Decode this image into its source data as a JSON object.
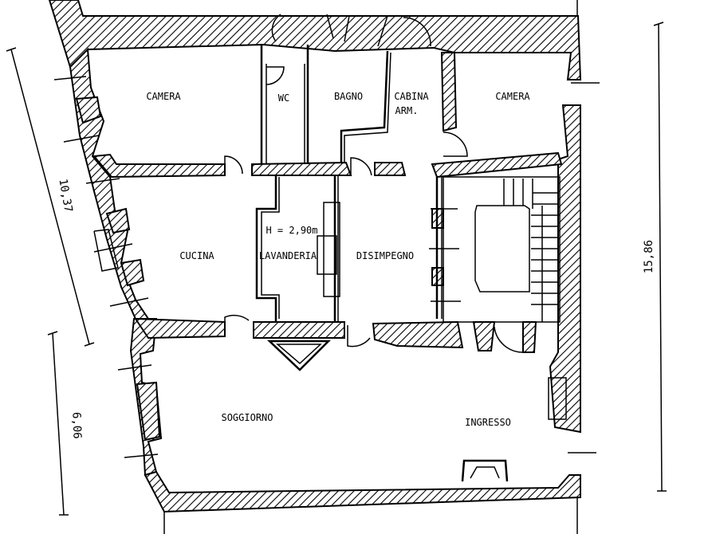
{
  "rooms": {
    "camera_left": "CAMERA",
    "wc": "WC",
    "bagno": "BAGNO",
    "cabina_line1": "CABINA",
    "cabina_line2": "ARM.",
    "camera_right": "CAMERA",
    "cucina": "CUCINA",
    "lavanderia": "LAVANDERIA",
    "height_note": "H = 2,90m",
    "disimpegno": "DISIMPEGNO",
    "soggiorno": "SOGGIORNO",
    "ingresso": "INGRESSO"
  },
  "dimensions": {
    "left_upper": "10,37",
    "left_lower": "6,06",
    "right": "15,86"
  }
}
